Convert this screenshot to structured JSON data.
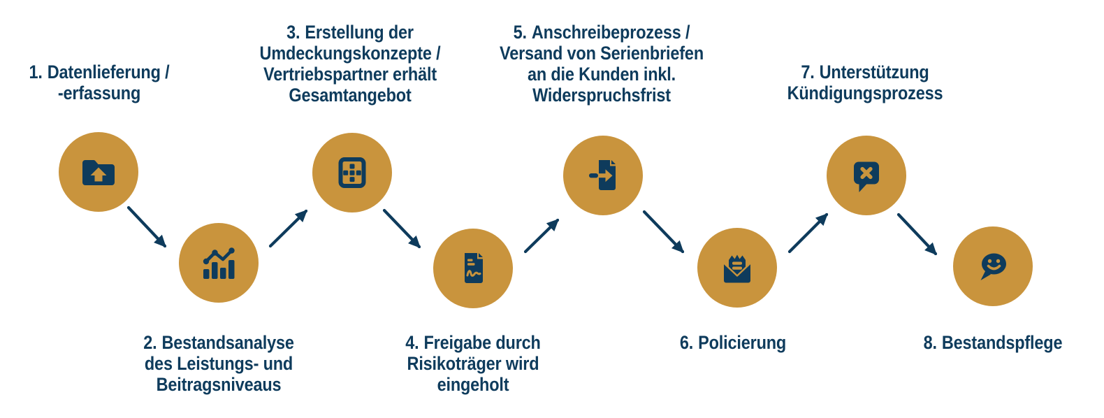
{
  "colors": {
    "circle_fill": "#C9943D",
    "icon_and_text": "#0E3B5C",
    "background": "#FFFFFF"
  },
  "steps": [
    {
      "number": "1.",
      "line1": "Datenlieferung /",
      "line2": "-erfassung",
      "icon": "folder-upload-icon"
    },
    {
      "number": "2.",
      "line1": "Bestandsanalyse",
      "line2": "des Leistungs- und",
      "line3": "Beitragsniveaus",
      "icon": "bar-chart-trend-icon"
    },
    {
      "number": "3.",
      "line1": "Erstellung der",
      "line2": "Umdeckungskonzepte /",
      "line3": "Vertriebspartner erhält",
      "line4": "Gesamtangebot",
      "icon": "grid-square-icon"
    },
    {
      "number": "4.",
      "line1": "Freigabe durch",
      "line2": "Risikoträger wird",
      "line3": "eingeholt",
      "icon": "document-signature-icon"
    },
    {
      "number": "5.",
      "line1": "Anschreibeprozess /",
      "line2": "Versand von Serienbriefen",
      "line3": "an die Kunden inkl.",
      "line4": "Widerspruchsfrist",
      "icon": "document-import-icon"
    },
    {
      "number": "6.",
      "line1": "Policierung",
      "icon": "envelope-letter-icon"
    },
    {
      "number": "7.",
      "line1": "Unterstützung",
      "line2": "Kündigungsprozess",
      "icon": "chat-close-icon"
    },
    {
      "number": "8.",
      "line1": "Bestandspflege",
      "icon": "chat-smiley-icon"
    }
  ]
}
